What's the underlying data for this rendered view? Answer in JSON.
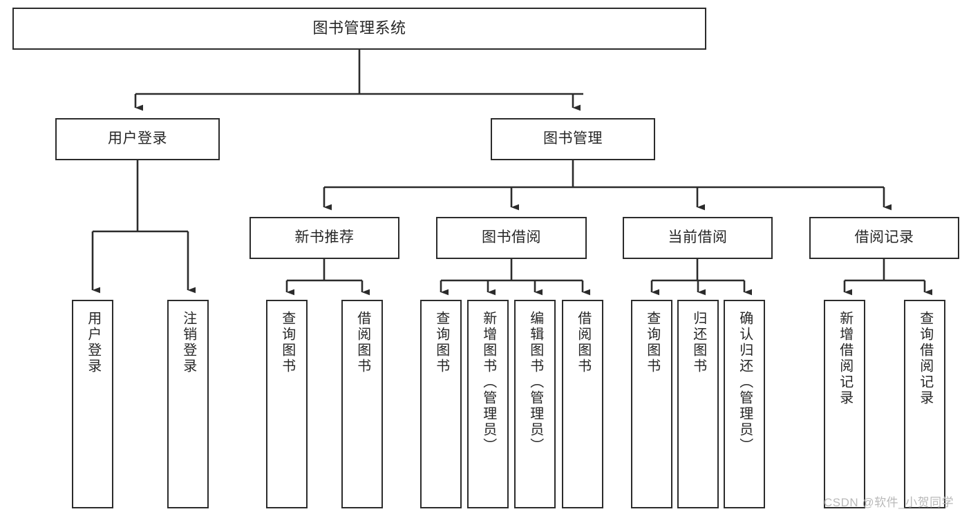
{
  "diagram": {
    "type": "tree",
    "title": "图书管理系统",
    "orientation": "top-down",
    "colors": {
      "box_border": "#2b2b2b",
      "box_fill": "#ffffff",
      "text": "#262626",
      "edge": "#2b2b2b",
      "watermark": "#b9b9b9",
      "background": "#ffffff"
    },
    "root": {
      "label": "图书管理系统"
    },
    "level2": [
      {
        "label": "用户登录"
      },
      {
        "label": "图书管理"
      }
    ],
    "level3": [
      {
        "label": "新书推荐"
      },
      {
        "label": "图书借阅"
      },
      {
        "label": "当前借阅"
      },
      {
        "label": "借阅记录"
      }
    ],
    "leaves": {
      "user_login": [
        {
          "label": "用户登录"
        },
        {
          "label": "注销登录"
        }
      ],
      "new_book_recommend": [
        {
          "label": "查询图书"
        },
        {
          "label": "借阅图书"
        }
      ],
      "book_borrow": [
        {
          "label": "查询图书"
        },
        {
          "label": "新增图书（管理员）"
        },
        {
          "label": "编辑图书（管理员）"
        },
        {
          "label": "借阅图书"
        }
      ],
      "current_borrow": [
        {
          "label": "查询图书"
        },
        {
          "label": "归还图书"
        },
        {
          "label": "确认归还（管理员）"
        }
      ],
      "borrow_record": [
        {
          "label": "新增借阅记录"
        },
        {
          "label": "查询借阅记录"
        }
      ]
    }
  },
  "watermark": {
    "text": "CSDN @软件_小贺同学"
  }
}
